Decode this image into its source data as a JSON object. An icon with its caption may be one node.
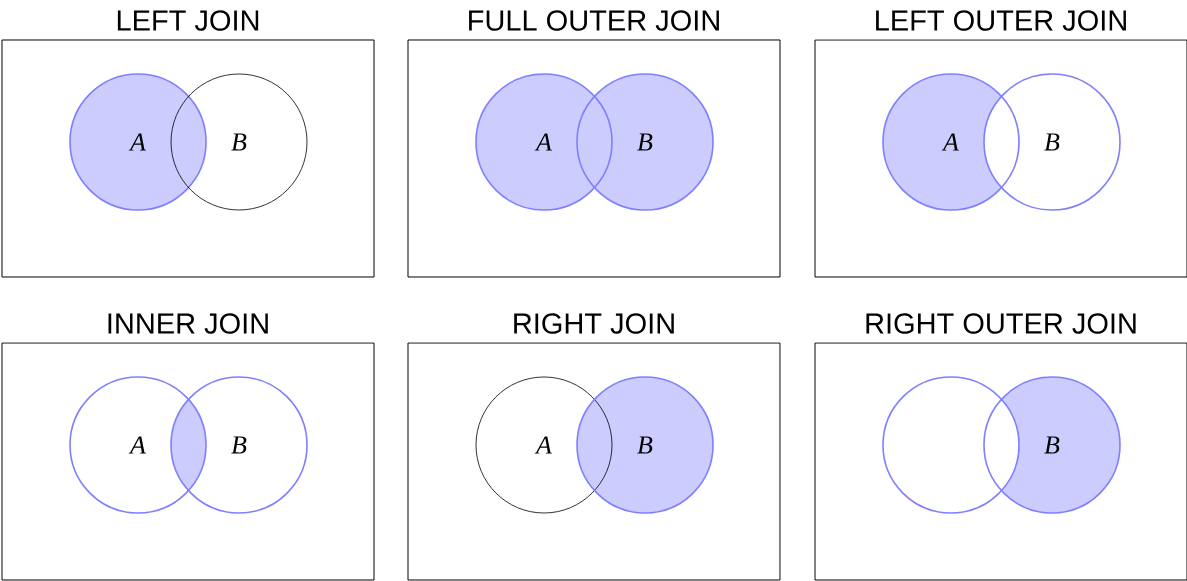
{
  "diagram": {
    "nodes": [
      {
        "text": [
          "LEFT JOIN"
        ]
      },
      {
        "text": [
          "A"
        ],
        "in": 0
      },
      {
        "text": [
          "B"
        ],
        "in": 0
      },
      {
        "text": [
          "FULL OUTER JOIN"
        ]
      },
      {
        "text": [
          "A"
        ],
        "in": 3
      },
      {
        "text": [
          "B"
        ],
        "in": 3
      },
      {
        "text": [
          "LEFT OUTER JOIN"
        ]
      },
      {
        "text": [
          "A"
        ],
        "in": 6
      },
      {
        "text": [
          "B"
        ],
        "in": 6
      },
      {
        "text": [
          "INNER JOIN"
        ]
      },
      {
        "text": [
          "A"
        ],
        "in": 9
      },
      {
        "text": [
          "B"
        ],
        "in": 9
      },
      {
        "text": [
          "RIGHT JOIN"
        ]
      },
      {
        "text": [
          "A"
        ],
        "in": 12
      },
      {
        "text": [
          "B"
        ],
        "in": 12
      },
      {
        "text": [
          "RIGHT OUTER JOIN"
        ]
      },
      {
        "text": [],
        "shape": "circle",
        "in": 15
      },
      {
        "text": [
          "B"
        ],
        "in": 15
      }
    ]
  }
}
